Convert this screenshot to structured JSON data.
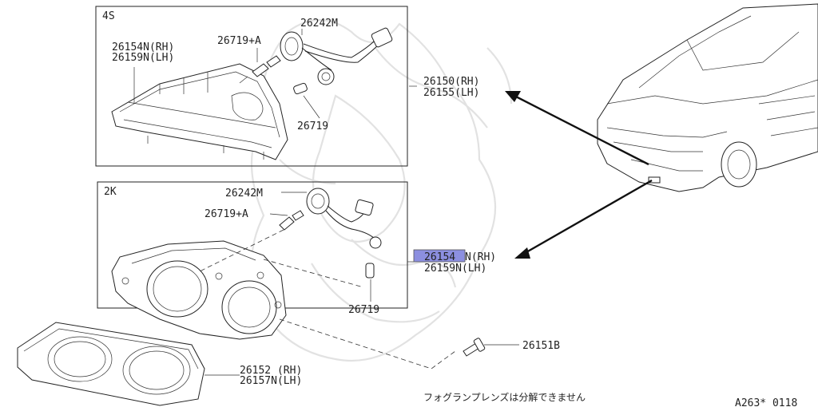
{
  "box_4s": {
    "label": "4S"
  },
  "box_2k": {
    "label": "2K"
  },
  "callouts": {
    "c_26242M_top": "26242M",
    "c_26719A_top": "26719+A",
    "c_26154N_top": "26154N(RH)",
    "c_26159N_top": "26159N(LH)",
    "c_26719_top": "26719",
    "c_26150": "26150(RH)",
    "c_26155": "26155(LH)",
    "c_26242M_bot": "26242M",
    "c_26719A_bot": "26719+A",
    "c_26154N_bot_a": "26154",
    "c_26154N_bot_b": "N(RH)",
    "c_26159N_bot": "26159N(LH)",
    "c_26719_bot": "26719",
    "c_26151B": "26151B",
    "c_26152": "26152 (RH)",
    "c_26157N": "26157N(LH)"
  },
  "note_jp": "フォグランプレンズは分解できません",
  "diagram_code": "A263* 0118",
  "colors": {
    "highlight": "#8c8fe0",
    "line": "#222222"
  }
}
